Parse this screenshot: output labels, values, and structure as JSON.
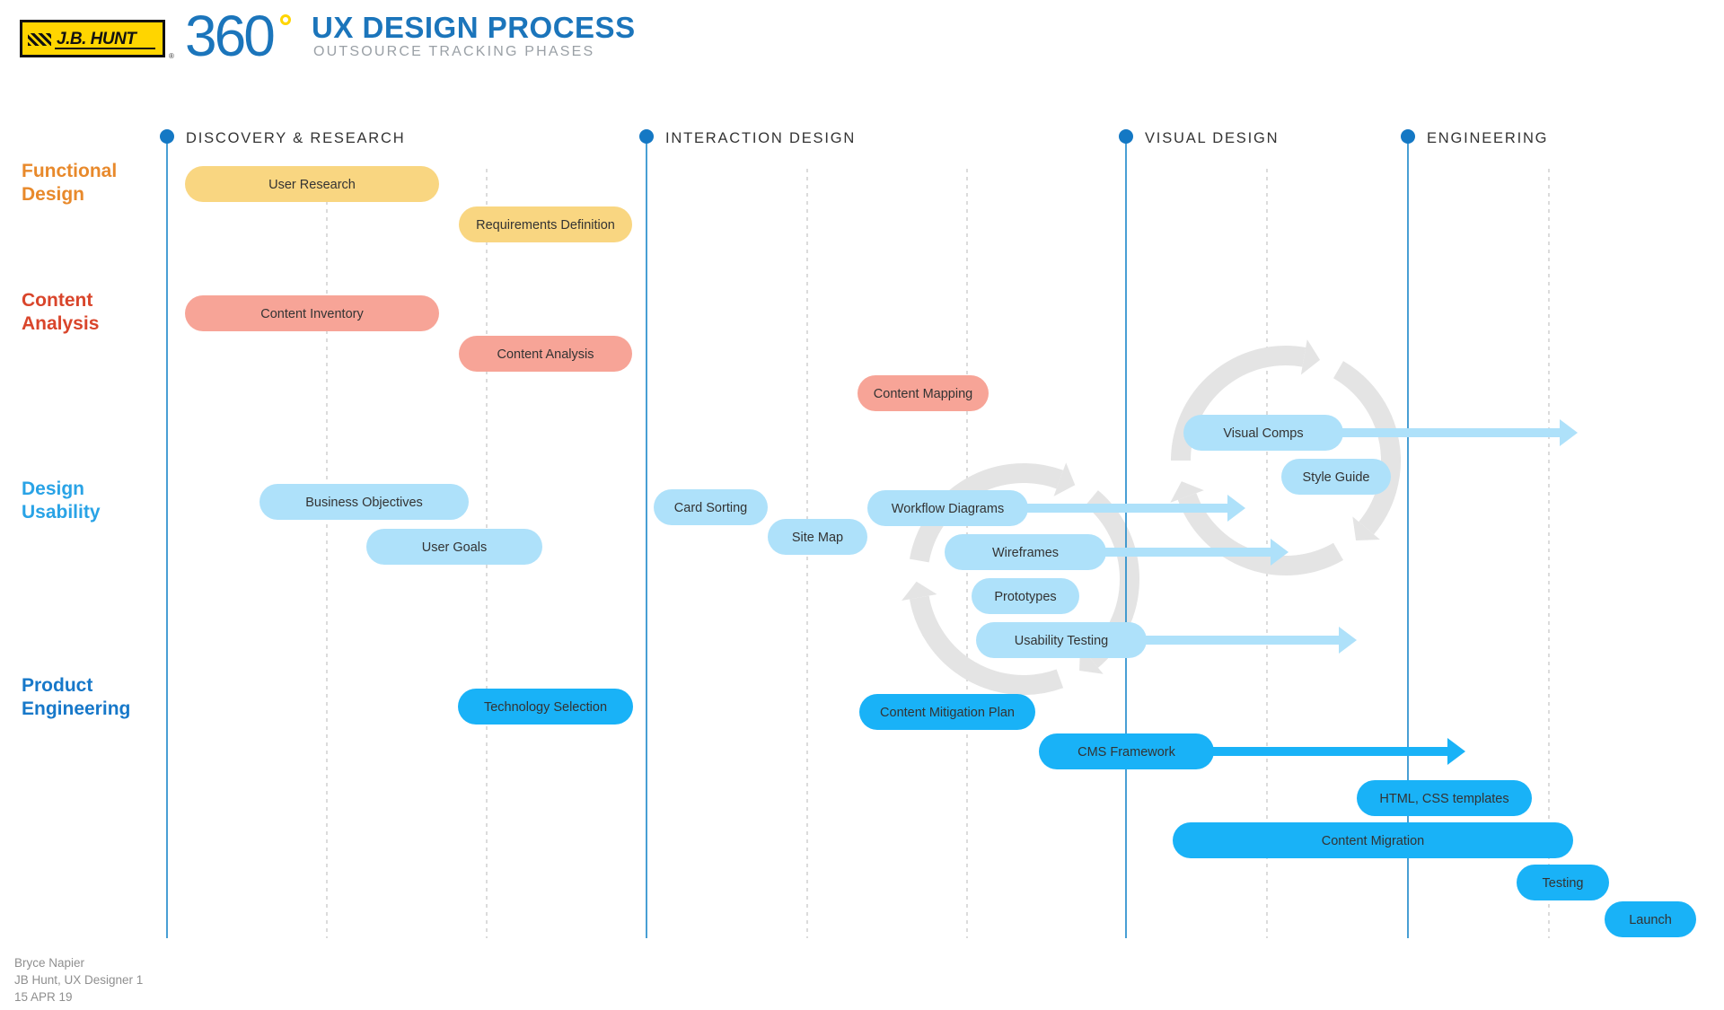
{
  "header": {
    "logo_text": "J.B. HUNT",
    "logo_reg": "®",
    "brand": "360",
    "title": "UX DESIGN PROCESS",
    "subtitle": "OUTSOURCE TRACKING PHASES"
  },
  "phases": [
    {
      "label": "DISCOVERY & RESEARCH"
    },
    {
      "label": "INTERACTION DESIGN"
    },
    {
      "label": "VISUAL DESIGN"
    },
    {
      "label": "ENGINEERING"
    }
  ],
  "lanes": [
    {
      "line1": "Functional",
      "line2": "Design",
      "color": "#E8892B"
    },
    {
      "line1": "Content",
      "line2": "Analysis",
      "color": "#D9452B"
    },
    {
      "line1": "Design",
      "line2": "Usability",
      "color": "#29A3E6"
    },
    {
      "line1": "Product",
      "line2": "Engineering",
      "color": "#1778C9"
    }
  ],
  "colors": {
    "functional": "#F9D681",
    "content": "#F7A497",
    "usability": "#AEE1FA",
    "engineering": "#19B2F7",
    "phase_line": "#1B87C9",
    "grid": "#c8c8c8",
    "cycle": "#e4e4e4"
  },
  "tasks": [
    {
      "label": "User Research",
      "group": "functional"
    },
    {
      "label": "Requirements Definition",
      "group": "functional"
    },
    {
      "label": "Content Inventory",
      "group": "content"
    },
    {
      "label": "Content Analysis",
      "group": "content"
    },
    {
      "label": "Content Mapping",
      "group": "content"
    },
    {
      "label": "Visual Comps",
      "group": "usability",
      "arrow": true
    },
    {
      "label": "Style Guide",
      "group": "usability"
    },
    {
      "label": "Business Objectives",
      "group": "usability"
    },
    {
      "label": "User Goals",
      "group": "usability"
    },
    {
      "label": "Card Sorting",
      "group": "usability"
    },
    {
      "label": "Site Map",
      "group": "usability"
    },
    {
      "label": "Workflow Diagrams",
      "group": "usability",
      "arrow": true
    },
    {
      "label": "Wireframes",
      "group": "usability",
      "arrow": true
    },
    {
      "label": "Prototypes",
      "group": "usability"
    },
    {
      "label": "Usability Testing",
      "group": "usability",
      "arrow": true
    },
    {
      "label": "Technology Selection",
      "group": "engineering"
    },
    {
      "label": "Content Mitigation Plan",
      "group": "engineering"
    },
    {
      "label": "CMS Framework",
      "group": "engineering",
      "arrow": true
    },
    {
      "label": "HTML, CSS templates",
      "group": "engineering"
    },
    {
      "label": "Content Migration",
      "group": "engineering"
    },
    {
      "label": "Testing",
      "group": "engineering"
    },
    {
      "label": "Launch",
      "group": "engineering"
    }
  ],
  "footer": {
    "name": "Bryce Napier",
    "role": "JB Hunt, UX Designer 1",
    "date": "15 APR 19"
  }
}
